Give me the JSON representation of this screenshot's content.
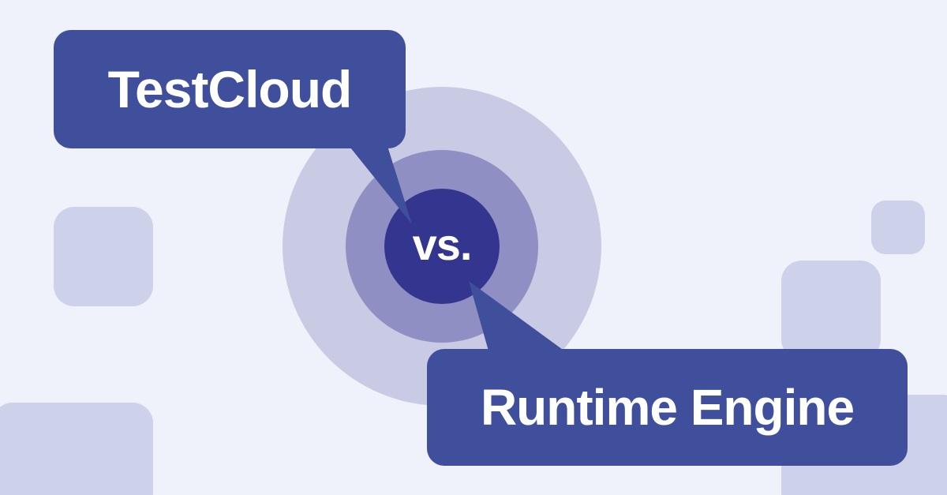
{
  "heading_left": "TestCloud",
  "center_label": "vs.",
  "heading_right": "Runtime Engine",
  "colors": {
    "background": "#eff2fa",
    "bubble": "#3f4f9b",
    "center_circle": "#33358f",
    "ring_inner": "#8f8fc4",
    "ring_outer": "#c9cbe5",
    "deco_square": "#cdd2ea"
  }
}
